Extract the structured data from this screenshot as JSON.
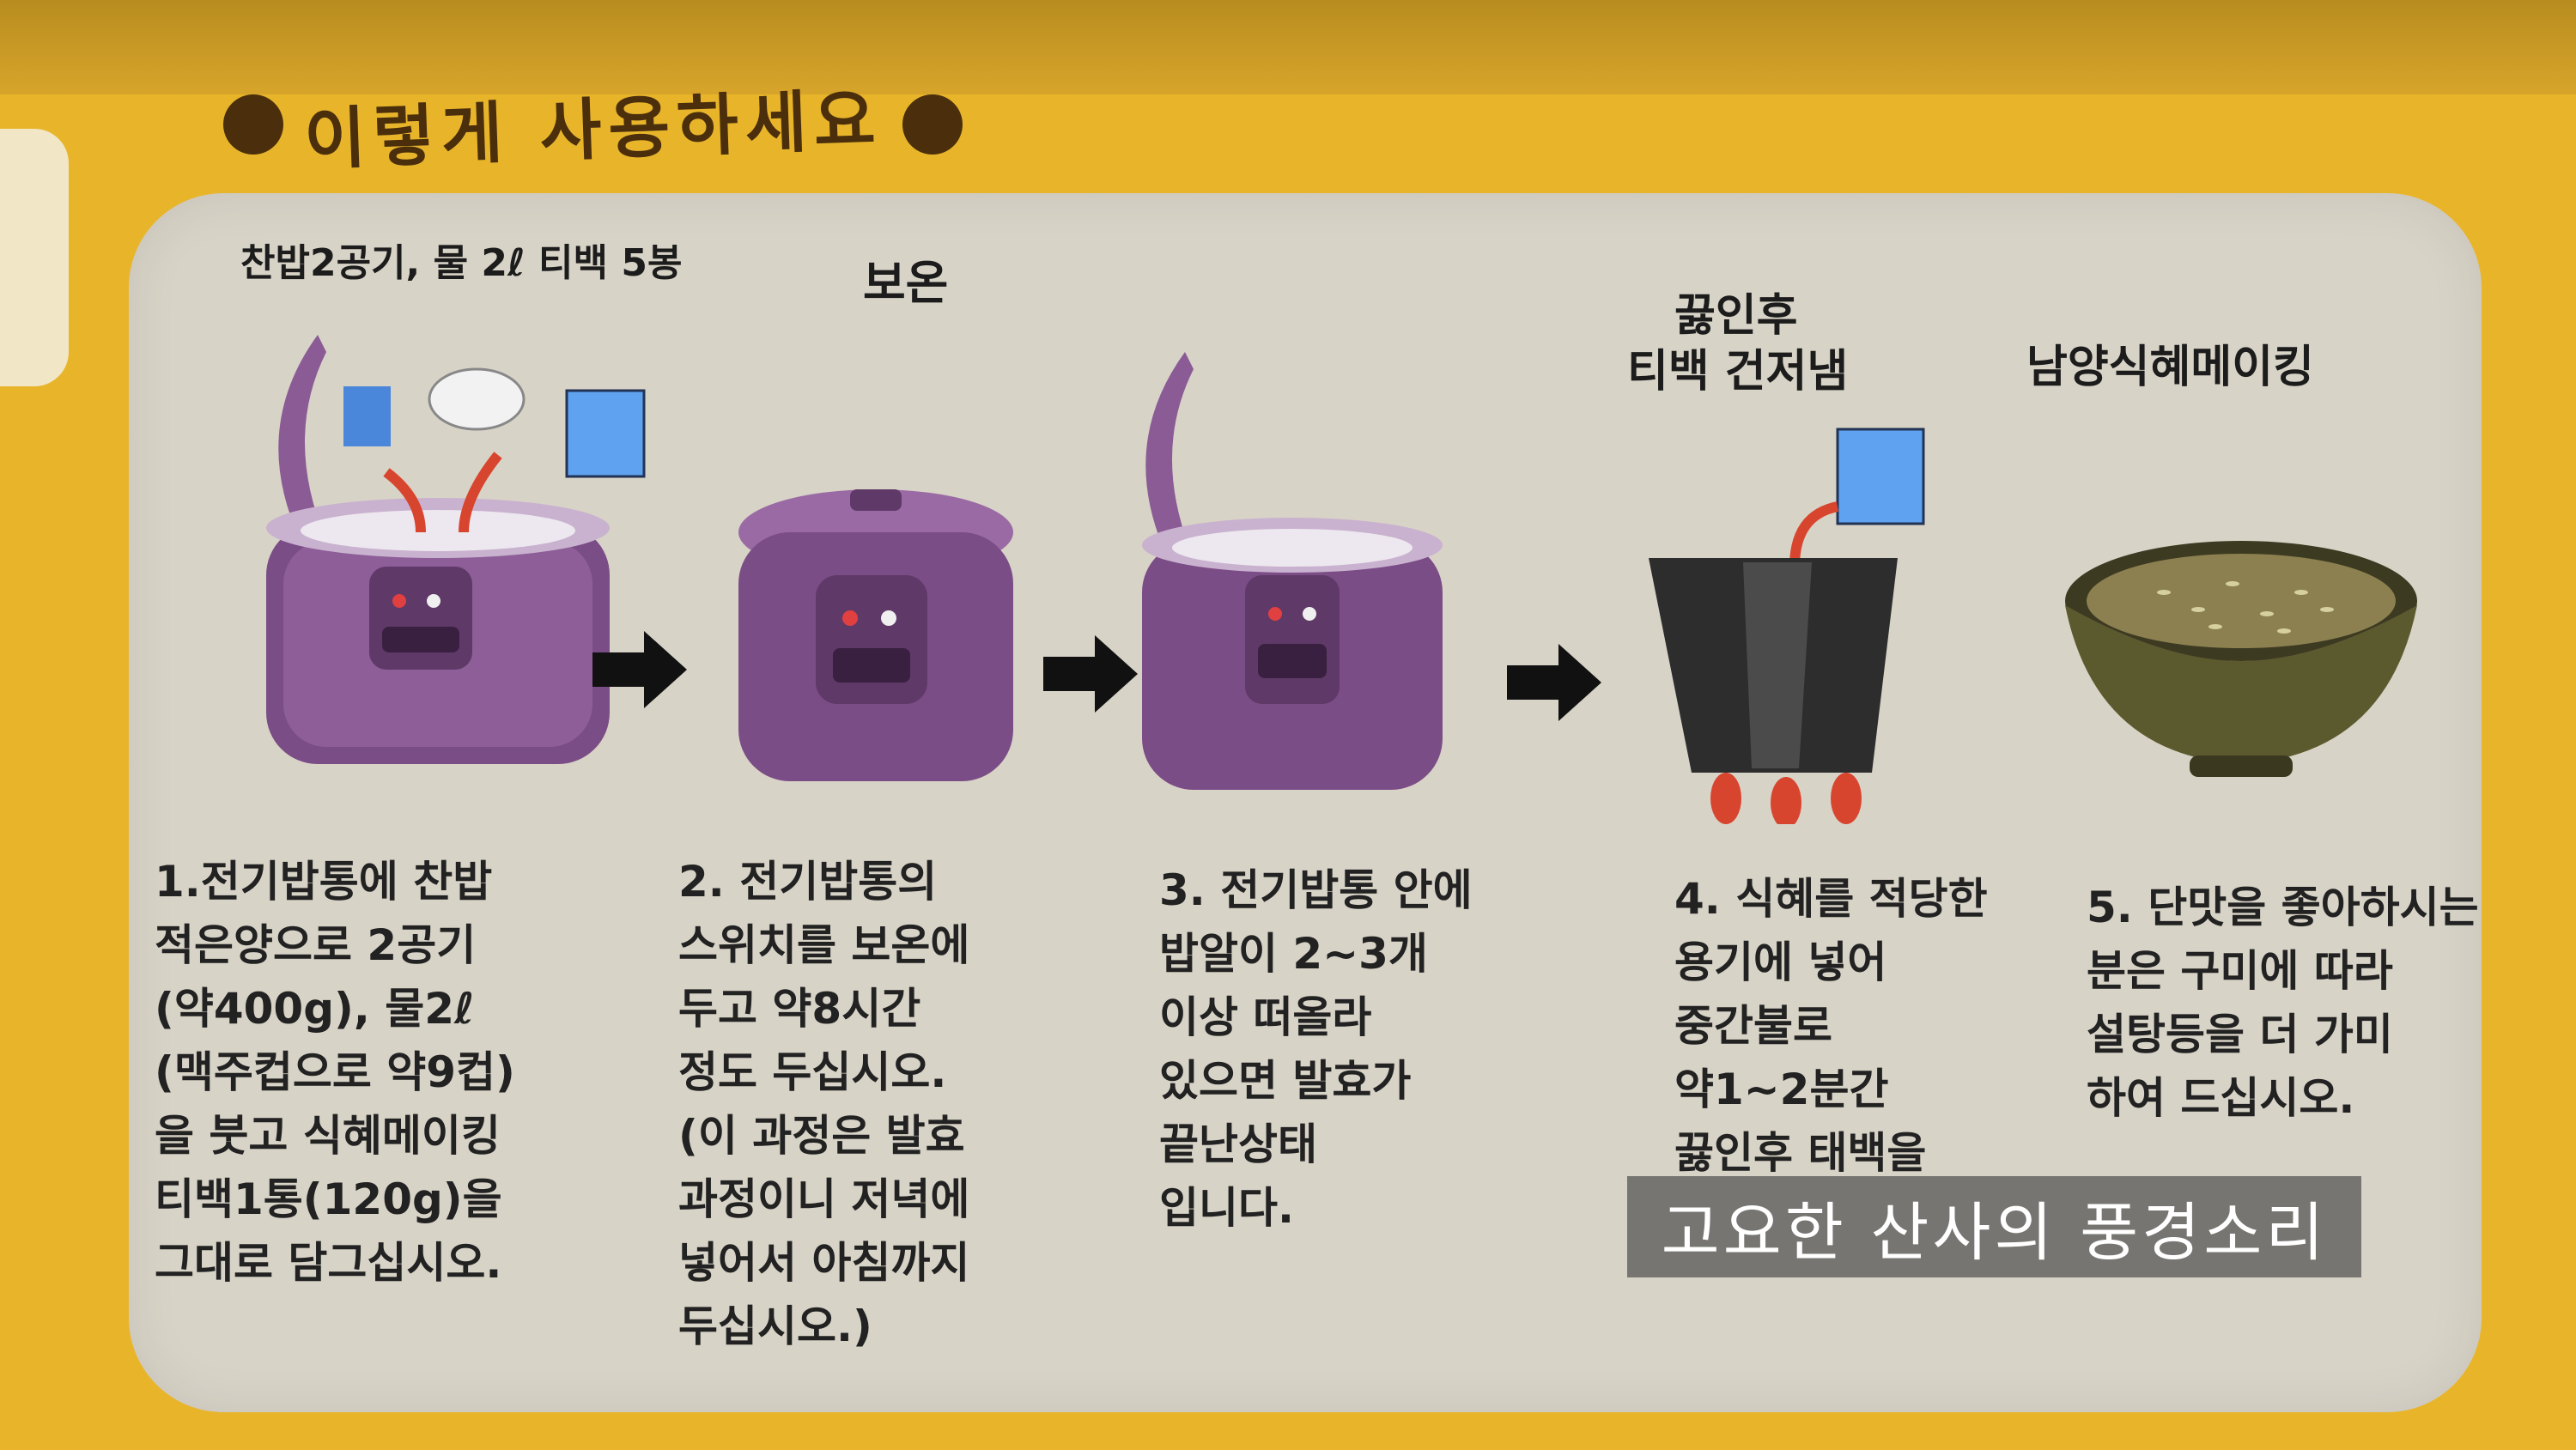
{
  "title": "이렇게 사용하세요",
  "top_labels": {
    "ingredients": "찬밥2공기, 물 2ℓ 티백 5봉",
    "keep_warm": "보온",
    "after_boil_line1": "끓인후",
    "after_boil_line2": "티백 건저냄",
    "brand": "남양식혜메이킹"
  },
  "steps": [
    {
      "text": "1.전기밥통에 찬밥\n적은양으로 2공기\n(약400g), 물2ℓ\n(맥주컵으로 약9컵)\n을 붓고 식혜메이킹\n티백1통(120g)을\n그대로 담그십시오."
    },
    {
      "text": "2. 전기밥통의\n스위치를 보온에\n두고 약8시간\n정도 두십시오.\n(이 과정은 발효\n과정이니 저녁에\n넣어서 아침까지\n두십시오.)"
    },
    {
      "text": "3. 전기밥통 안에\n밥알이 2~3개\n이상 떠올라\n있으면 발효가\n끝난상태\n입니다."
    },
    {
      "text": "4. 식혜를 적당한\n용기에 넣어\n중간불로\n약1~2분간\n끓인후 태백을"
    },
    {
      "text": "5. 단맛을 좋아하시는\n분은 구미에 따라\n설탕등을 더 가미\n하여 드십시오."
    }
  ],
  "overlay_caption": "고요한 산사의 풍경소리",
  "colors": {
    "box": "#e8b52a",
    "panel": "#d8d3c7",
    "cooker": "#7b4d86",
    "title": "#4b2f0d"
  }
}
